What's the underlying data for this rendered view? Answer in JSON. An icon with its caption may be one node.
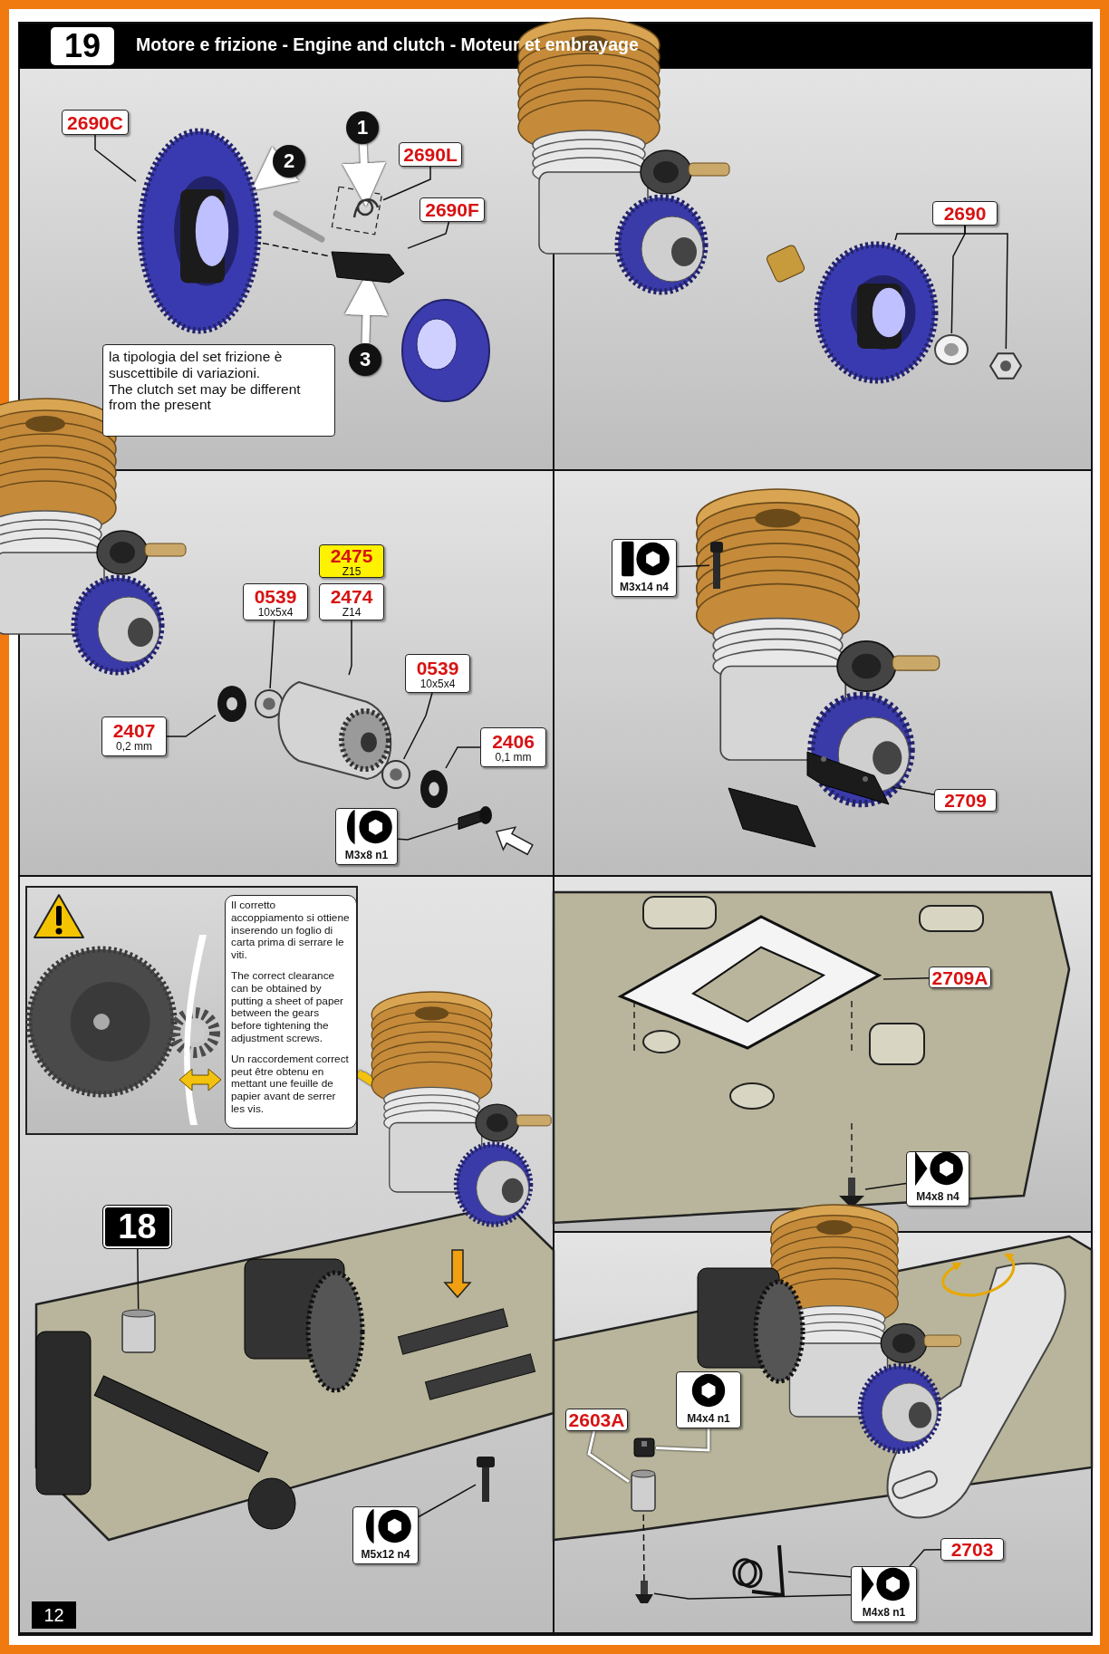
{
  "diagram": {
    "title": "Motore e frizione - Engine and clutch - Moteur et embrayage",
    "nodes": [
      {
        "text": [
          "2690C"
        ]
      },
      {
        "text": [],
        "shape": "picture"
      },
      {
        "text": [
          "2690L"
        ]
      },
      {
        "text": [],
        "shape": "picture"
      },
      {
        "text": [
          "2690F"
        ]
      },
      {
        "text": [],
        "shape": "picture"
      },
      {
        "text": [
          "la tipologia del set frizione è suscettibile di variazioni.",
          "The clutch set may be different from the present"
        ]
      },
      {
        "text": [
          "2690"
        ]
      },
      {
        "text": [],
        "shape": "picture"
      },
      {
        "text": [],
        "shape": "picture"
      },
      {
        "text": [],
        "shape": "picture"
      },
      {
        "text": [
          "2475",
          "Z15"
        ]
      },
      {
        "text": [
          "0539",
          "10x5x4"
        ]
      },
      {
        "text": [],
        "shape": "picture"
      },
      {
        "text": [
          "2474",
          "Z14"
        ]
      },
      {
        "text": [],
        "shape": "picture"
      },
      {
        "text": [
          "0539",
          "10x5x4"
        ]
      },
      {
        "text": [],
        "shape": "picture"
      },
      {
        "text": [
          "2407",
          "0,2 mm"
        ]
      },
      {
        "text": [],
        "shape": "picture"
      },
      {
        "text": [
          "2406",
          "0,1 mm"
        ]
      },
      {
        "text": [],
        "shape": "picture"
      },
      {
        "text": [
          "M3x8 n1"
        ]
      },
      {
        "text": [],
        "shape": "bar"
      },
      {
        "text": [
          "M3x14 n4"
        ]
      },
      {
        "text": [],
        "shape": "picture"
      },
      {
        "text": [
          "2709"
        ]
      },
      {
        "text": [],
        "shape": "picture"
      },
      {
        "text": [],
        "shape": "box"
      },
      {
        "text": [
          "Il corretto accoppiamento si ottiene inserendo un foglio di carta prima di serrare le viti.",
          "The correct clearance can be obtained by putting a sheet of paper between the gears before tightening the adjustment screws.",
          "Un raccordement correct peut être obtenu en mettant une feuille de papier avant de serrer les vis."
        ],
        "in": 28
      },
      {
        "text": [
          "18"
        ]
      },
      {
        "text": [],
        "shape": "cylinder"
      },
      {
        "text": [
          "M5x12 n4"
        ]
      },
      {
        "text": [],
        "shape": "picture"
      },
      {
        "text": [
          "2709A"
        ]
      },
      {
        "text": [],
        "shape": "picture"
      },
      {
        "text": [
          "M4x8 n4"
        ]
      },
      {
        "text": [],
        "shape": "picture"
      },
      {
        "text": [
          "2603A"
        ]
      },
      {
        "text": [],
        "shape": "cylinder"
      },
      {
        "text": [
          "M4x4 n1"
        ]
      },
      {
        "text": [],
        "shape": "box"
      },
      {
        "text": [
          "2703"
        ]
      },
      {
        "text": [],
        "shape": "picture"
      },
      {
        "text": [
          "M4x8 n1"
        ]
      },
      {
        "text": [],
        "shape": "picture"
      },
      {
        "text": [
          "1"
        ]
      },
      {
        "text": [
          "2"
        ]
      },
      {
        "text": [
          "3"
        ]
      },
      {
        "text": [],
        "shape": "picture"
      }
    ],
    "edges": [
      {
        "from": 0,
        "to": 1,
        "arrow": "none"
      },
      {
        "from": 2,
        "to": 3,
        "arrow": "none"
      },
      {
        "from": 4,
        "to": 5,
        "arrow": "none"
      },
      {
        "from": 7,
        "to": 8,
        "arrow": "none"
      },
      {
        "from": 7,
        "to": 9,
        "arrow": "none"
      },
      {
        "from": 7,
        "to": 10,
        "arrow": "none"
      },
      {
        "from": 12,
        "to": 13,
        "arrow": "none"
      },
      {
        "from": 14,
        "to": 15,
        "arrow": "none"
      },
      {
        "from": 16,
        "to": 17,
        "arrow": "none"
      },
      {
        "from": 18,
        "to": 19,
        "arrow": "none"
      },
      {
        "from": 20,
        "to": 21,
        "arrow": "none"
      },
      {
        "from": 22,
        "to": 23,
        "arrow": "none"
      },
      {
        "from": 24,
        "to": 25,
        "arrow": "none"
      },
      {
        "from": 26,
        "to": 27,
        "arrow": "none"
      },
      {
        "from": 30,
        "to": 31,
        "arrow": "none"
      },
      {
        "from": 32,
        "to": 33,
        "arrow": "none"
      },
      {
        "from": 34,
        "to": 35,
        "arrow": "none"
      },
      {
        "from": 36,
        "to": 37,
        "arrow": "none"
      },
      {
        "from": 38,
        "to": 39,
        "arrow": "none",
        "color": "#ffffff"
      },
      {
        "from": 40,
        "to": 41,
        "arrow": "none",
        "color": "#ffffff"
      },
      {
        "from": 42,
        "to": 43,
        "arrow": "none"
      },
      {
        "from": 44,
        "to": 45,
        "arrow": "none"
      },
      {
        "from": 46,
        "to": 3,
        "arrow": "to",
        "style": "thick",
        "color": "#ffffff"
      },
      {
        "from": 47,
        "to": 1,
        "arrow": "to",
        "style": "thick",
        "color": "#ffffff"
      },
      {
        "from": 48,
        "to": 5,
        "arrow": "to",
        "style": "thick",
        "color": "#ffffff"
      },
      {
        "from": 1,
        "to": 5,
        "arrow": "none",
        "style": "dashed"
      },
      {
        "from": 39,
        "to": 45,
        "arrow": "none",
        "style": "dashed"
      },
      {
        "from": 28,
        "to": 49,
        "arrow": "none",
        "style": "thick",
        "color": "#f2c20e"
      }
    ],
    "labels": [
      "19",
      "12"
    ]
  }
}
